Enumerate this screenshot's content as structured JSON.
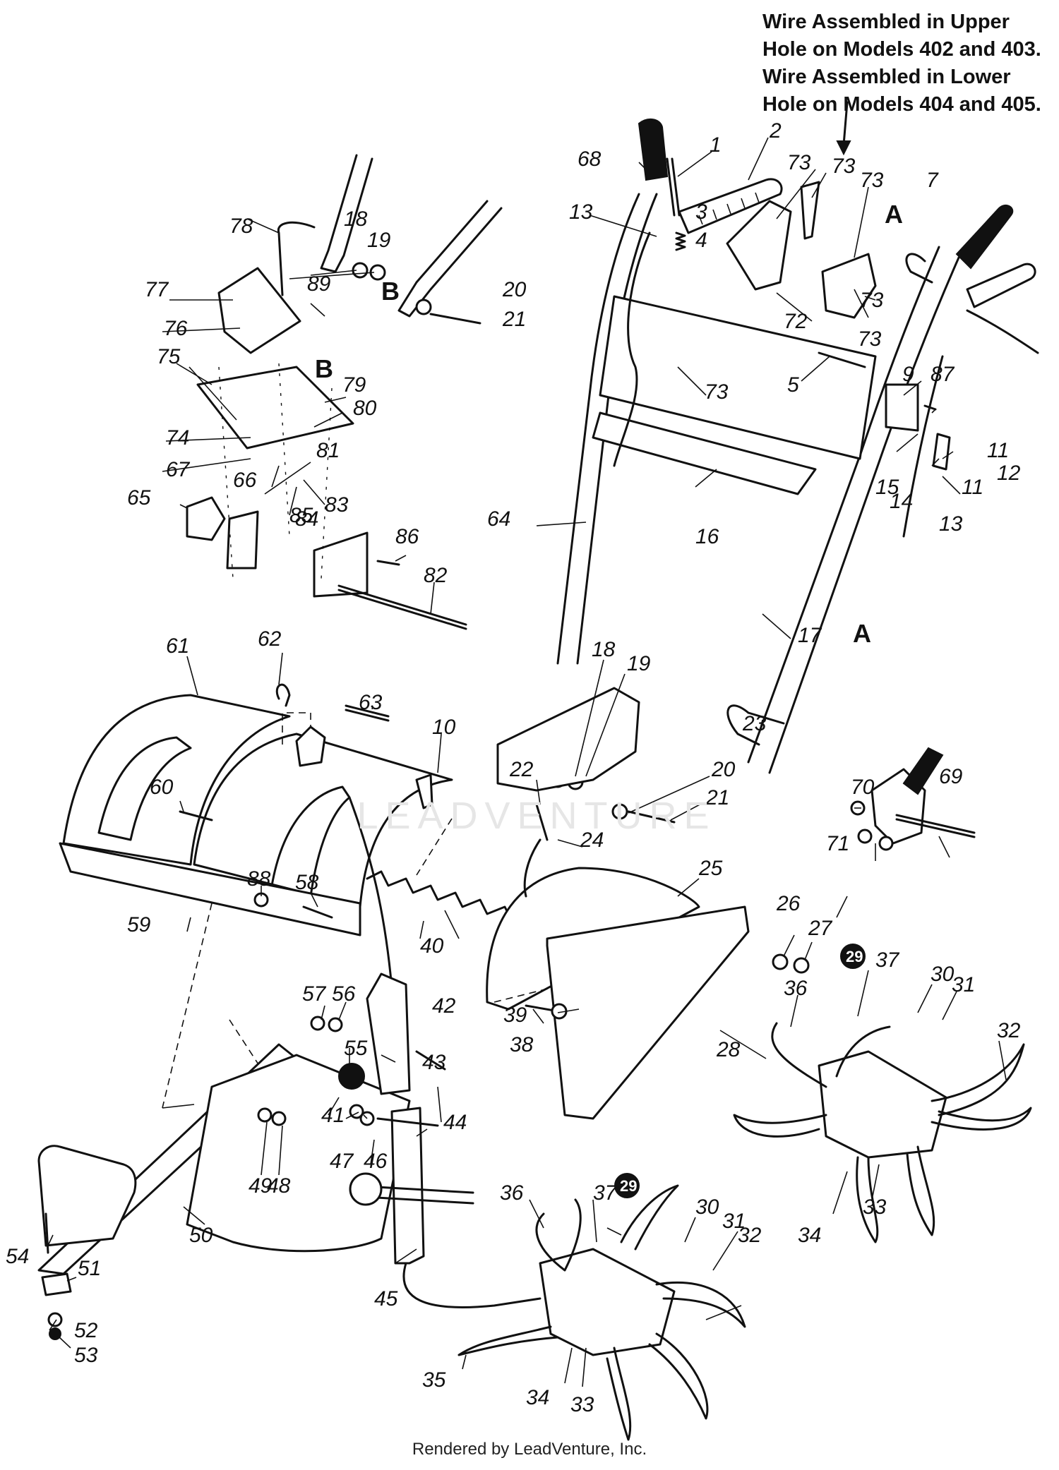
{
  "note": {
    "lines": [
      "Wire Assembled in Upper",
      "Hole on Models 402 and 403.",
      "Wire Assembled in Lower",
      "Hole on Models 404 and 405."
    ]
  },
  "detail_letters": [
    "A",
    "B",
    "A",
    "B"
  ],
  "parts": [
    {
      "id": "p1",
      "label": "1"
    },
    {
      "id": "p2",
      "label": "2"
    },
    {
      "id": "p3",
      "label": "3"
    },
    {
      "id": "p4",
      "label": "4"
    },
    {
      "id": "p5",
      "label": "5"
    },
    {
      "id": "p7",
      "label": "7"
    },
    {
      "id": "p9",
      "label": "9"
    },
    {
      "id": "p10",
      "label": "10"
    },
    {
      "id": "p11a",
      "label": "11"
    },
    {
      "id": "p11b",
      "label": "11"
    },
    {
      "id": "p12",
      "label": "12"
    },
    {
      "id": "p13a",
      "label": "13"
    },
    {
      "id": "p13b",
      "label": "13"
    },
    {
      "id": "p14",
      "label": "14"
    },
    {
      "id": "p15",
      "label": "15"
    },
    {
      "id": "p16",
      "label": "16"
    },
    {
      "id": "p17",
      "label": "17"
    },
    {
      "id": "p18a",
      "label": "18"
    },
    {
      "id": "p18b",
      "label": "18"
    },
    {
      "id": "p19a",
      "label": "19"
    },
    {
      "id": "p19b",
      "label": "19"
    },
    {
      "id": "p20a",
      "label": "20"
    },
    {
      "id": "p20b",
      "label": "20"
    },
    {
      "id": "p21a",
      "label": "21"
    },
    {
      "id": "p21b",
      "label": "21"
    },
    {
      "id": "p22",
      "label": "22"
    },
    {
      "id": "p23",
      "label": "23"
    },
    {
      "id": "p24",
      "label": "24"
    },
    {
      "id": "p25",
      "label": "25"
    },
    {
      "id": "p26",
      "label": "26"
    },
    {
      "id": "p27",
      "label": "27"
    },
    {
      "id": "p28",
      "label": "28"
    },
    {
      "id": "p29a",
      "label": "29"
    },
    {
      "id": "p29b",
      "label": "29"
    },
    {
      "id": "p30a",
      "label": "30"
    },
    {
      "id": "p30b",
      "label": "30"
    },
    {
      "id": "p31a",
      "label": "31"
    },
    {
      "id": "p31b",
      "label": "31"
    },
    {
      "id": "p32a",
      "label": "32"
    },
    {
      "id": "p32b",
      "label": "32"
    },
    {
      "id": "p33a",
      "label": "33"
    },
    {
      "id": "p33b",
      "label": "33"
    },
    {
      "id": "p34a",
      "label": "34"
    },
    {
      "id": "p34b",
      "label": "34"
    },
    {
      "id": "p35",
      "label": "35"
    },
    {
      "id": "p36a",
      "label": "36"
    },
    {
      "id": "p36b",
      "label": "36"
    },
    {
      "id": "p37a",
      "label": "37"
    },
    {
      "id": "p37b",
      "label": "37"
    },
    {
      "id": "p38",
      "label": "38"
    },
    {
      "id": "p39",
      "label": "39"
    },
    {
      "id": "p40",
      "label": "40"
    },
    {
      "id": "p41",
      "label": "41"
    },
    {
      "id": "p42",
      "label": "42"
    },
    {
      "id": "p43",
      "label": "43"
    },
    {
      "id": "p44",
      "label": "44"
    },
    {
      "id": "p45",
      "label": "45"
    },
    {
      "id": "p46",
      "label": "46"
    },
    {
      "id": "p47",
      "label": "47"
    },
    {
      "id": "p48",
      "label": "48"
    },
    {
      "id": "p49",
      "label": "49"
    },
    {
      "id": "p50",
      "label": "50"
    },
    {
      "id": "p51",
      "label": "51"
    },
    {
      "id": "p52",
      "label": "52"
    },
    {
      "id": "p53",
      "label": "53"
    },
    {
      "id": "p54",
      "label": "54"
    },
    {
      "id": "p55",
      "label": "55"
    },
    {
      "id": "p56",
      "label": "56"
    },
    {
      "id": "p57",
      "label": "57"
    },
    {
      "id": "p58",
      "label": "58"
    },
    {
      "id": "p59",
      "label": "59"
    },
    {
      "id": "p60",
      "label": "60"
    },
    {
      "id": "p61",
      "label": "61"
    },
    {
      "id": "p62",
      "label": "62"
    },
    {
      "id": "p63",
      "label": "63"
    },
    {
      "id": "p64",
      "label": "64"
    },
    {
      "id": "p65",
      "label": "65"
    },
    {
      "id": "p66",
      "label": "66"
    },
    {
      "id": "p67",
      "label": "67"
    },
    {
      "id": "p68",
      "label": "68"
    },
    {
      "id": "p69",
      "label": "69"
    },
    {
      "id": "p70",
      "label": "70"
    },
    {
      "id": "p71",
      "label": "71"
    },
    {
      "id": "p72",
      "label": "72"
    },
    {
      "id": "p73a",
      "label": "73"
    },
    {
      "id": "p73b",
      "label": "73"
    },
    {
      "id": "p73c",
      "label": "73"
    },
    {
      "id": "p73d",
      "label": "73"
    },
    {
      "id": "p73e",
      "label": "73"
    },
    {
      "id": "p73f",
      "label": "73"
    },
    {
      "id": "p74",
      "label": "74"
    },
    {
      "id": "p75",
      "label": "75"
    },
    {
      "id": "p76",
      "label": "76"
    },
    {
      "id": "p77",
      "label": "77"
    },
    {
      "id": "p78",
      "label": "78"
    },
    {
      "id": "p79",
      "label": "79"
    },
    {
      "id": "p80",
      "label": "80"
    },
    {
      "id": "p81",
      "label": "81"
    },
    {
      "id": "p82",
      "label": "82"
    },
    {
      "id": "p83",
      "label": "83"
    },
    {
      "id": "p84",
      "label": "84"
    },
    {
      "id": "p85",
      "label": "85"
    },
    {
      "id": "p86",
      "label": "86"
    },
    {
      "id": "p87",
      "label": "87"
    },
    {
      "id": "p88",
      "label": "88"
    },
    {
      "id": "p89",
      "label": "89"
    }
  ],
  "watermark": "LEADVENTURE",
  "footer": "Rendered by LeadVenture, Inc."
}
